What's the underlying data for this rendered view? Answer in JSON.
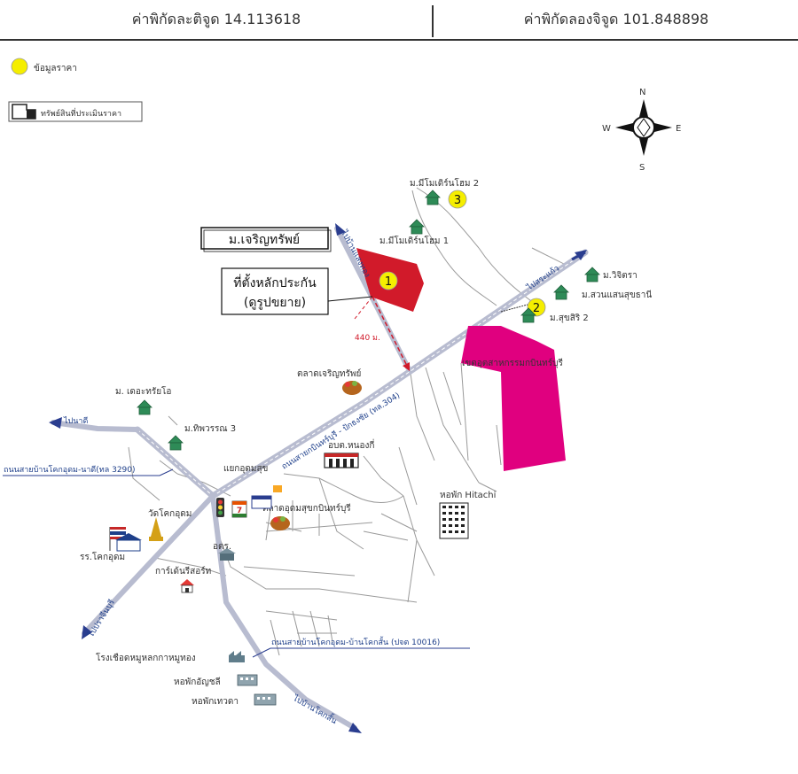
{
  "header": {
    "latitude_label": "ค่าพิกัดละติจูด 14.113618",
    "longitude_label": "ค่าพิกัดลองจิจูด 101.848898"
  },
  "legend": {
    "price_data": "ข้อมูลราคา",
    "appraised_property": "ทรัพย์สินที่ประเมินราคา"
  },
  "compass": {
    "n": "N",
    "s": "S",
    "e": "E",
    "w": "W"
  },
  "markers": [
    {
      "number": "1"
    },
    {
      "number": "2"
    },
    {
      "number": "3"
    }
  ],
  "labels": {
    "project_name": "ม.เจริญทรัพย์",
    "collateral_location_1": "ที่ตั้งหลักประกัน",
    "collateral_location_2": "(ดูรูปขยาย)",
    "distance": "440 ม.",
    "modern_home_2": "ม.มีโมเดิร์นโฮม 2",
    "modern_home_1": "ม.มีโมเดิร์นโฮม 1",
    "wichitra": "ม.วิจิตรา",
    "suan_saen": "ม.สวนแสนสุขธานี",
    "sukkasem": "ม.สุขสิริ 2",
    "industrial_zone": "เขตอุตสาหกรรมกบินทร์บุรี",
    "market_charoen": "ตลาดเจริญทรัพย์",
    "sao_nong_ki": "อบต.หนองกี่",
    "chaeruthai": "ม. เดอะทรัยโอ",
    "thipphawan": "ม.ทิพวรรณ 3",
    "intersection": "แยกอุดมสุข",
    "wat_khok_udom": "วัดโคกอุดม",
    "market_udom": "ตลาดอุดมสุขกบินทร์บุรี",
    "school": "รร.โคกอุดม",
    "or_tor_sor": "อตร.",
    "garden_home": "การ์เด้นรีสอร์ท",
    "hitachi_dorm": "หอพัก Hitachi",
    "pig_factory": "โรงเชือดหมูหลกกาหมูทอง",
    "dorm_anchali": "หอพักอัญชลี",
    "dorm_thewada": "หอพักเทวดา",
    "seven_eleven": "7"
  },
  "roads": {
    "to_nadi": "ไปนาดี",
    "to_prachinburi": "ไปปราจีนบุรี",
    "to_ban_khok_san": "ไปบ้านโคกสั้น",
    "to_sa_kaeo": "ไปสระแก้ว",
    "to_ban_lang": "ไปบ้านแสงทอง",
    "highway_304": "ถนนสายกบินทร์บุรี - ปักธงชัย (ทล.304)",
    "road_3290": "ถนนสายบ้านโคกอุดม-นาดี(ทล 3290)",
    "road_10016": "ถนนสายบ้านโคกอุดม-บ้านโคกสั้น (ปจต 10016)"
  },
  "colors": {
    "collateral": "#d11a2a",
    "industrial": "#e0007f",
    "marker": "#f5ee00",
    "road": "#b8bcd0",
    "route_blue": "#2a3d8f"
  }
}
